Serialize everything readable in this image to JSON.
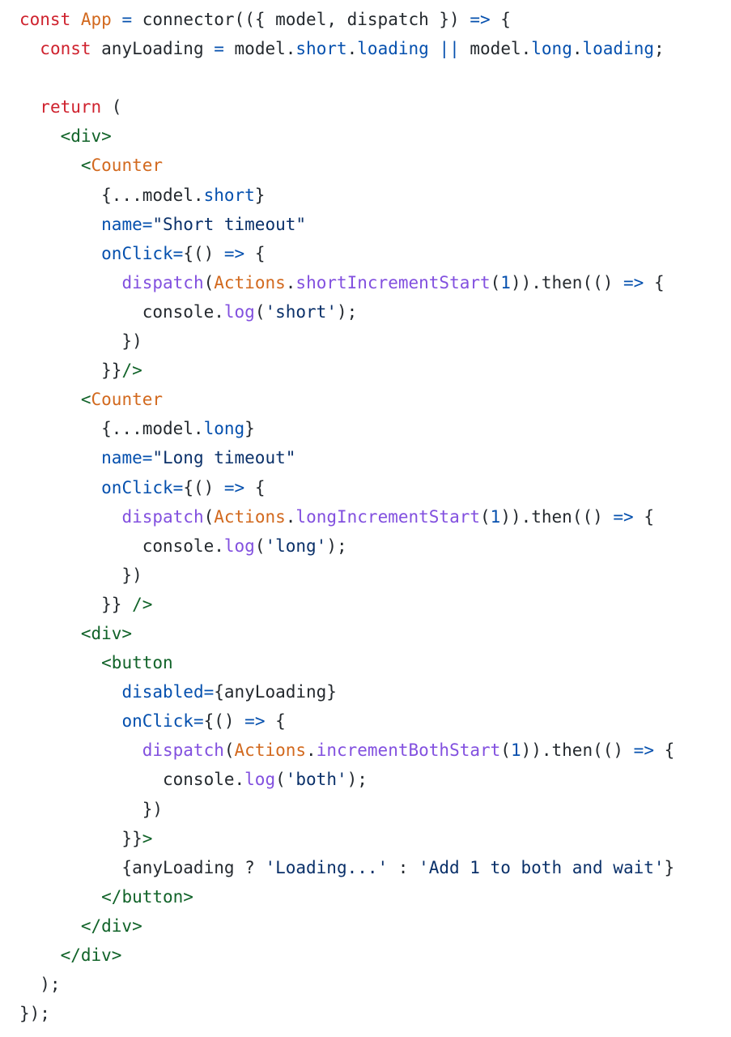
{
  "editor": {
    "lines": [
      [
        [
          "kw",
          "const"
        ],
        [
          "txt",
          " "
        ],
        [
          "cls",
          "App"
        ],
        [
          "txt",
          " "
        ],
        [
          "op",
          "="
        ],
        [
          "txt",
          " connector(({ model, dispatch }) "
        ],
        [
          "op",
          "=>"
        ],
        [
          "txt",
          " {"
        ]
      ],
      [
        [
          "txt",
          "  "
        ],
        [
          "kw",
          "const"
        ],
        [
          "txt",
          " anyLoading "
        ],
        [
          "op",
          "="
        ],
        [
          "txt",
          " model."
        ],
        [
          "prop",
          "short"
        ],
        [
          "txt",
          "."
        ],
        [
          "prop",
          "loading"
        ],
        [
          "txt",
          " "
        ],
        [
          "op",
          "||"
        ],
        [
          "txt",
          " model."
        ],
        [
          "prop",
          "long"
        ],
        [
          "txt",
          "."
        ],
        [
          "prop",
          "loading"
        ],
        [
          "txt",
          ";"
        ]
      ],
      [],
      [
        [
          "txt",
          "  "
        ],
        [
          "kw",
          "return"
        ],
        [
          "txt",
          " ("
        ]
      ],
      [
        [
          "txt",
          "    "
        ],
        [
          "tag",
          "<div>"
        ]
      ],
      [
        [
          "txt",
          "      "
        ],
        [
          "tag",
          "<"
        ],
        [
          "cls",
          "Counter"
        ]
      ],
      [
        [
          "txt",
          "        {...model."
        ],
        [
          "prop",
          "short"
        ],
        [
          "txt",
          "}"
        ]
      ],
      [
        [
          "txt",
          "        "
        ],
        [
          "attr",
          "name="
        ],
        [
          "str",
          "\"Short timeout\""
        ]
      ],
      [
        [
          "txt",
          "        "
        ],
        [
          "attr",
          "onClick="
        ],
        [
          "txt",
          "{() "
        ],
        [
          "op",
          "=>"
        ],
        [
          "txt",
          " {"
        ]
      ],
      [
        [
          "txt",
          "          "
        ],
        [
          "fn",
          "dispatch"
        ],
        [
          "txt",
          "("
        ],
        [
          "cls",
          "Actions"
        ],
        [
          "txt",
          "."
        ],
        [
          "fn",
          "shortIncrementStart"
        ],
        [
          "txt",
          "("
        ],
        [
          "num",
          "1"
        ],
        [
          "txt",
          ")).then(() "
        ],
        [
          "op",
          "=>"
        ],
        [
          "txt",
          " {"
        ]
      ],
      [
        [
          "txt",
          "            console."
        ],
        [
          "fn",
          "log"
        ],
        [
          "txt",
          "("
        ],
        [
          "str",
          "'short'"
        ],
        [
          "txt",
          ");"
        ]
      ],
      [
        [
          "txt",
          "          })"
        ]
      ],
      [
        [
          "txt",
          "        }}"
        ],
        [
          "tag",
          "/>"
        ]
      ],
      [
        [
          "txt",
          "      "
        ],
        [
          "tag",
          "<"
        ],
        [
          "cls",
          "Counter"
        ]
      ],
      [
        [
          "txt",
          "        {...model."
        ],
        [
          "prop",
          "long"
        ],
        [
          "txt",
          "}"
        ]
      ],
      [
        [
          "txt",
          "        "
        ],
        [
          "attr",
          "name="
        ],
        [
          "str",
          "\"Long timeout\""
        ]
      ],
      [
        [
          "txt",
          "        "
        ],
        [
          "attr",
          "onClick="
        ],
        [
          "txt",
          "{() "
        ],
        [
          "op",
          "=>"
        ],
        [
          "txt",
          " {"
        ]
      ],
      [
        [
          "txt",
          "          "
        ],
        [
          "fn",
          "dispatch"
        ],
        [
          "txt",
          "("
        ],
        [
          "cls",
          "Actions"
        ],
        [
          "txt",
          "."
        ],
        [
          "fn",
          "longIncrementStart"
        ],
        [
          "txt",
          "("
        ],
        [
          "num",
          "1"
        ],
        [
          "txt",
          ")).then(() "
        ],
        [
          "op",
          "=>"
        ],
        [
          "txt",
          " {"
        ]
      ],
      [
        [
          "txt",
          "            console."
        ],
        [
          "fn",
          "log"
        ],
        [
          "txt",
          "("
        ],
        [
          "str",
          "'long'"
        ],
        [
          "txt",
          ");"
        ]
      ],
      [
        [
          "txt",
          "          })"
        ]
      ],
      [
        [
          "txt",
          "        }} "
        ],
        [
          "tag",
          "/>"
        ]
      ],
      [
        [
          "txt",
          "      "
        ],
        [
          "tag",
          "<div>"
        ]
      ],
      [
        [
          "txt",
          "        "
        ],
        [
          "tag",
          "<button"
        ]
      ],
      [
        [
          "txt",
          "          "
        ],
        [
          "attr",
          "disabled="
        ],
        [
          "txt",
          "{anyLoading}"
        ]
      ],
      [
        [
          "txt",
          "          "
        ],
        [
          "attr",
          "onClick="
        ],
        [
          "txt",
          "{() "
        ],
        [
          "op",
          "=>"
        ],
        [
          "txt",
          " {"
        ]
      ],
      [
        [
          "txt",
          "            "
        ],
        [
          "fn",
          "dispatch"
        ],
        [
          "txt",
          "("
        ],
        [
          "cls",
          "Actions"
        ],
        [
          "txt",
          "."
        ],
        [
          "fn",
          "incrementBothStart"
        ],
        [
          "txt",
          "("
        ],
        [
          "num",
          "1"
        ],
        [
          "txt",
          ")).then(() "
        ],
        [
          "op",
          "=>"
        ],
        [
          "txt",
          " {"
        ]
      ],
      [
        [
          "txt",
          "              console."
        ],
        [
          "fn",
          "log"
        ],
        [
          "txt",
          "("
        ],
        [
          "str",
          "'both'"
        ],
        [
          "txt",
          ");"
        ]
      ],
      [
        [
          "txt",
          "            })"
        ]
      ],
      [
        [
          "txt",
          "          }}"
        ],
        [
          "tag",
          ">"
        ]
      ],
      [
        [
          "txt",
          "          {anyLoading ? "
        ],
        [
          "str",
          "'Loading...'"
        ],
        [
          "txt",
          " : "
        ],
        [
          "str",
          "'Add 1 to both and wait'"
        ],
        [
          "txt",
          "}"
        ]
      ],
      [
        [
          "txt",
          "        "
        ],
        [
          "tag",
          "</button>"
        ]
      ],
      [
        [
          "txt",
          "      "
        ],
        [
          "tag",
          "</div>"
        ]
      ],
      [
        [
          "txt",
          "    "
        ],
        [
          "tag",
          "</div>"
        ]
      ],
      [
        [
          "txt",
          "  );"
        ]
      ],
      [
        [
          "txt",
          "});"
        ]
      ]
    ],
    "colors": {
      "kw": "#cf222e",
      "cls": "#d2691e",
      "op": "#0550ae",
      "prop": "#0550ae",
      "fn": "#8250df",
      "str": "#0a3069",
      "num": "#0550ae",
      "tag": "#116329",
      "attr": "#0550ae",
      "txt": "#24292e"
    }
  }
}
